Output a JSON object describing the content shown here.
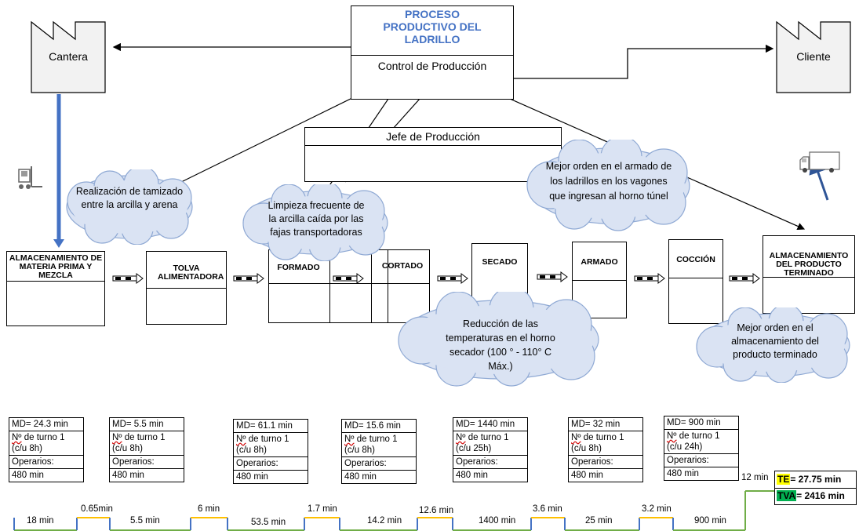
{
  "control": {
    "title": "PROCESO PRODUCTIVO DEL LADRILLO",
    "subtitle": "Control de Producción"
  },
  "jefe": {
    "label": "Jefe de Producción"
  },
  "supplier": {
    "label": "Cantera"
  },
  "customer": {
    "label": "Cliente"
  },
  "processes": [
    {
      "name": "ALMACENAMIENTO DE MATERIA PRIMA Y MEZCLA"
    },
    {
      "name": "TOLVA ALIMENTADORA"
    },
    {
      "name": "FORMADO"
    },
    {
      "name": "CORTADO"
    },
    {
      "name": "SECADO"
    },
    {
      "name": "ARMADO"
    },
    {
      "name": "COCCIÓN"
    },
    {
      "name": "ALMACENAMIENTO DEL PRODUCTO TERMINADO"
    }
  ],
  "kaizen": [
    {
      "text": "Realización de tamizado entre la arcilla y arena"
    },
    {
      "text": "Limpieza frecuente de la arcilla caída por las fajas transportadoras"
    },
    {
      "text": "Mejor orden en el armado de los ladrillos en los vagones que ingresan al horno túnel"
    },
    {
      "text": "Reducción de las temperaturas en el horno secador (100 ° - 110° C Máx.)"
    },
    {
      "text": "Mejor orden en el almacenamiento del producto terminado"
    }
  ],
  "data_boxes": [
    {
      "md": "MD= 24.3 min",
      "turno_prefix": "Nº",
      "turno_rest": " de turno 1 (c/u 8h)",
      "operarios": "Operarios:",
      "min": "480 min"
    },
    {
      "md": "MD= 5.5 min",
      "turno_prefix": "Nº",
      "turno_rest": " de turno 1 (c/u 8h)",
      "operarios": "Operarios:",
      "min": "480 min"
    },
    {
      "md": "MD= 61.1 min",
      "turno_prefix": "Nº",
      "turno_rest": " de turno 1 (c/u 8h)",
      "operarios": "Operarios:",
      "min": "480 min"
    },
    {
      "md": "MD= 15.6 min",
      "turno_prefix": "Nº",
      "turno_rest": " de turno 1 (c/u 8h)",
      "operarios": "Operarios:",
      "min": "480 min"
    },
    {
      "md": "MD= 1440 min",
      "turno_prefix": "Nº",
      "turno_rest": " de turno 1 (c/u 25h)",
      "operarios": "Operarios:",
      "min": "480 min"
    },
    {
      "md": "MD= 32 min",
      "turno_prefix": "Nº",
      "turno_rest": " de turno 1 (c/u 8h)",
      "operarios": "Operarios:",
      "min": "480 min"
    },
    {
      "md": "MD= 900 min",
      "turno_prefix": "Nº",
      "turno_rest": " de turno 1 (c/u 24h)",
      "operarios": "Operarios:",
      "min": "480 min"
    }
  ],
  "timeline": {
    "low": [
      "18 min",
      "5.5 min",
      "53.5 min",
      "14.2 min",
      "1400 min",
      "25 min",
      "900 min"
    ],
    "high": [
      "0.65min",
      "6 min",
      "1.7 min",
      "12.6 min",
      "3.6 min",
      "3.2 min"
    ],
    "last": "12 min"
  },
  "legend": {
    "te_label": "TE",
    "te_value": "= 27.75 min",
    "tva_label": "TVA",
    "tva_value": "= 2416 min"
  },
  "colors": {
    "title_blue": "#4472c4",
    "cloud_fill": "#dae3f3",
    "cloud_stroke": "#8fa9d4",
    "timeline_green": "#70ad47",
    "timeline_yellow": "#ffc000",
    "te_yellow": "#ffff00",
    "tva_green": "#00b050"
  }
}
